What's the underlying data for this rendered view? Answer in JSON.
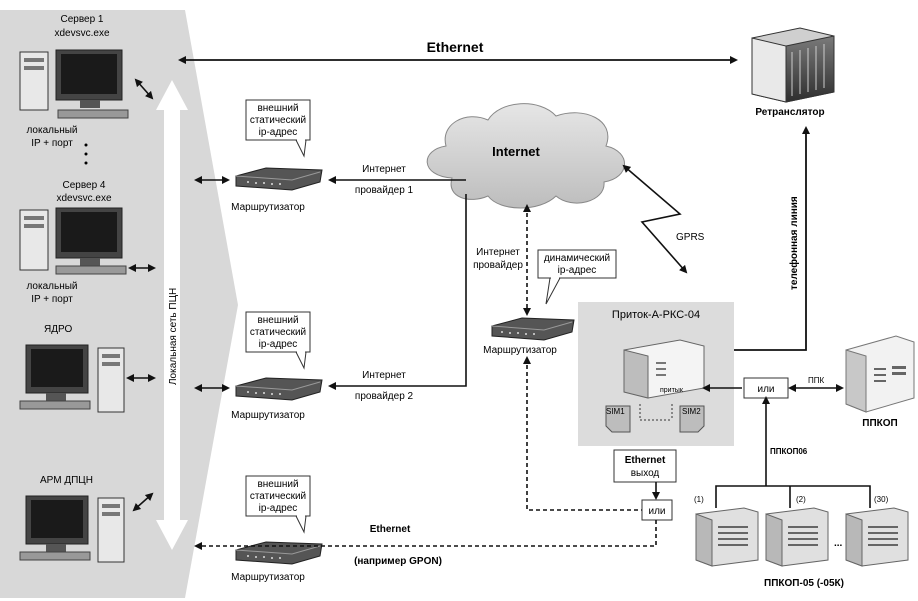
{
  "diagram": {
    "lan_label": "Локальная сеть ПЦН",
    "servers": [
      {
        "title": "Сервер 1",
        "exe": "xdevsvc.exe",
        "port_line1": "локальный",
        "port_line2": "IP + порт"
      },
      {
        "title": "Сервер 4",
        "exe": "xdevsvc.exe",
        "port_line1": "локальный",
        "port_line2": "IP + порт"
      }
    ],
    "core_label": "ЯДРО",
    "arm_label": "АРМ ДПЦН",
    "ethernet_top": "Ethernet",
    "retranslator": "Ретранслятор",
    "internet": "Internet",
    "static_ip": [
      "внешний",
      "статический",
      "ip-адрес"
    ],
    "dynamic_ip": [
      "динамический",
      "ip-адрес"
    ],
    "router": "Маршрутизатор",
    "provider1": [
      "Интернет",
      "провайдер 1"
    ],
    "provider2": [
      "Интернет",
      "провайдер 2"
    ],
    "provider_mid": [
      "Интернет",
      "провайдер"
    ],
    "gprs": "GPRS",
    "phone_line": "телефонная линия",
    "device_title": "Приток-А-РКС-04",
    "device_brand": "притык",
    "sim1": "SIM1",
    "sim2": "SIM2",
    "ethernet_out": [
      "Ethernet",
      "выход"
    ],
    "or": "или",
    "ppk": "ППК",
    "ppkop": "ППКОП",
    "ppkop06": "ППКОП06",
    "ethernet_bottom": "Ethernet",
    "gpon": "(например GPON)",
    "panel_nums": [
      "(1)",
      "(2)",
      "(30)"
    ],
    "ellipsis": "...",
    "panels_label": "ППКОП-05 (-05К)"
  }
}
